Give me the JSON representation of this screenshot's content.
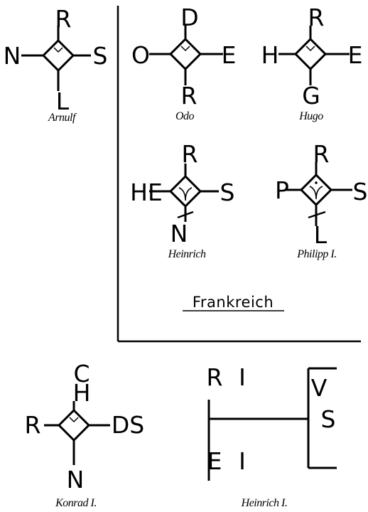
{
  "heading": "Frankreich",
  "monograms": [
    {
      "caption": "Arnulf",
      "top": "R",
      "left": "N",
      "right": "S",
      "bottom": "L"
    },
    {
      "caption": "Odo",
      "top": "D",
      "left": "O",
      "right": "E",
      "bottom": "R"
    },
    {
      "caption": "Hugo",
      "top": "R",
      "left": "H",
      "right": "E",
      "bottom": "G"
    },
    {
      "caption": "Heinrich",
      "top": "R",
      "left": "HE",
      "right": "S",
      "bottom": "N"
    },
    {
      "caption": "Philipp I.",
      "top": "R",
      "left": "P",
      "right": "S",
      "bottom": "L"
    },
    {
      "caption": "Konrad I.",
      "top": "CH",
      "left": "R",
      "right": "DS",
      "bottom": "N"
    }
  ],
  "heinrich_i": {
    "caption": "Heinrich I.",
    "letters": [
      "R",
      "I",
      "E",
      "I",
      "V",
      "S"
    ]
  }
}
